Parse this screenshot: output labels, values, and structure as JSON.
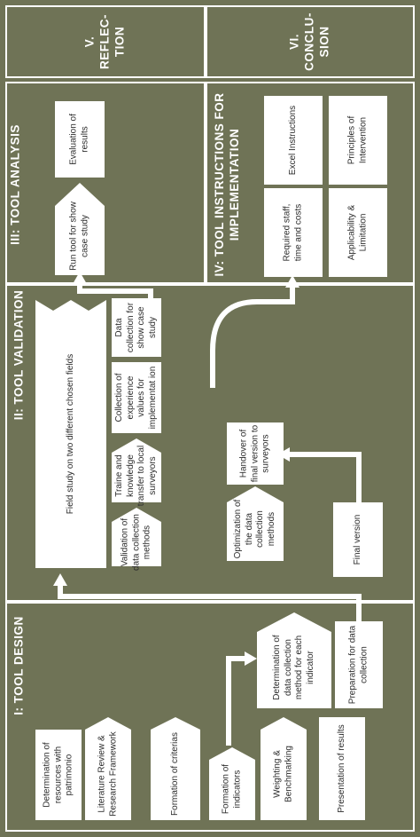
{
  "sections": {
    "reflection": "V. REFLEC-\nTION",
    "conclusion": "VI. CONCLU-\nSION",
    "tool_analysis": "III: TOOL ANALYSIS",
    "tool_instructions": "IV: TOOL INSTRUCTIONS FOR\nIMPLEMENTATION",
    "tool_validation": "II: TOOL VALIDATION",
    "tool_design": "I: TOOL DESIGN"
  },
  "design": {
    "resources": "Determination of resources with patrimonio",
    "literature": "Literature Review & Research Framework",
    "criterias": "Formation of criterias",
    "indicators": "Formation of indicators",
    "weighting": "Weighting & Benchmarking",
    "presentation": "Presentation of results",
    "determination_method": "Determination of data collection method for each indicator",
    "preparation": "Preparation for data collection"
  },
  "validation": {
    "field_study": "Field study on two different chosen fields",
    "validation_methods": "Validation of data collection methods",
    "traine": "Traine and knowledge transfer to local surveyors",
    "experience": "Collection of experience values for implementat ion",
    "data_collection_case": "Data collection for show case study",
    "optimization": "Optimization of the data collection methods",
    "handover": "Handover of final version to surveyors",
    "final_version": "Final version"
  },
  "analysis": {
    "run_tool": "Run tool for show case study",
    "evaluation": "Evaluation of results"
  },
  "instructions": {
    "excel": "Excel Instructions",
    "principles": "Principles of Intervention",
    "staff": "Required staff, time and costs",
    "applicability": "Applicability & Limitation"
  },
  "colors": {
    "background": "#6f7356",
    "box": "#ffffff",
    "text": "#2c2c2c"
  }
}
